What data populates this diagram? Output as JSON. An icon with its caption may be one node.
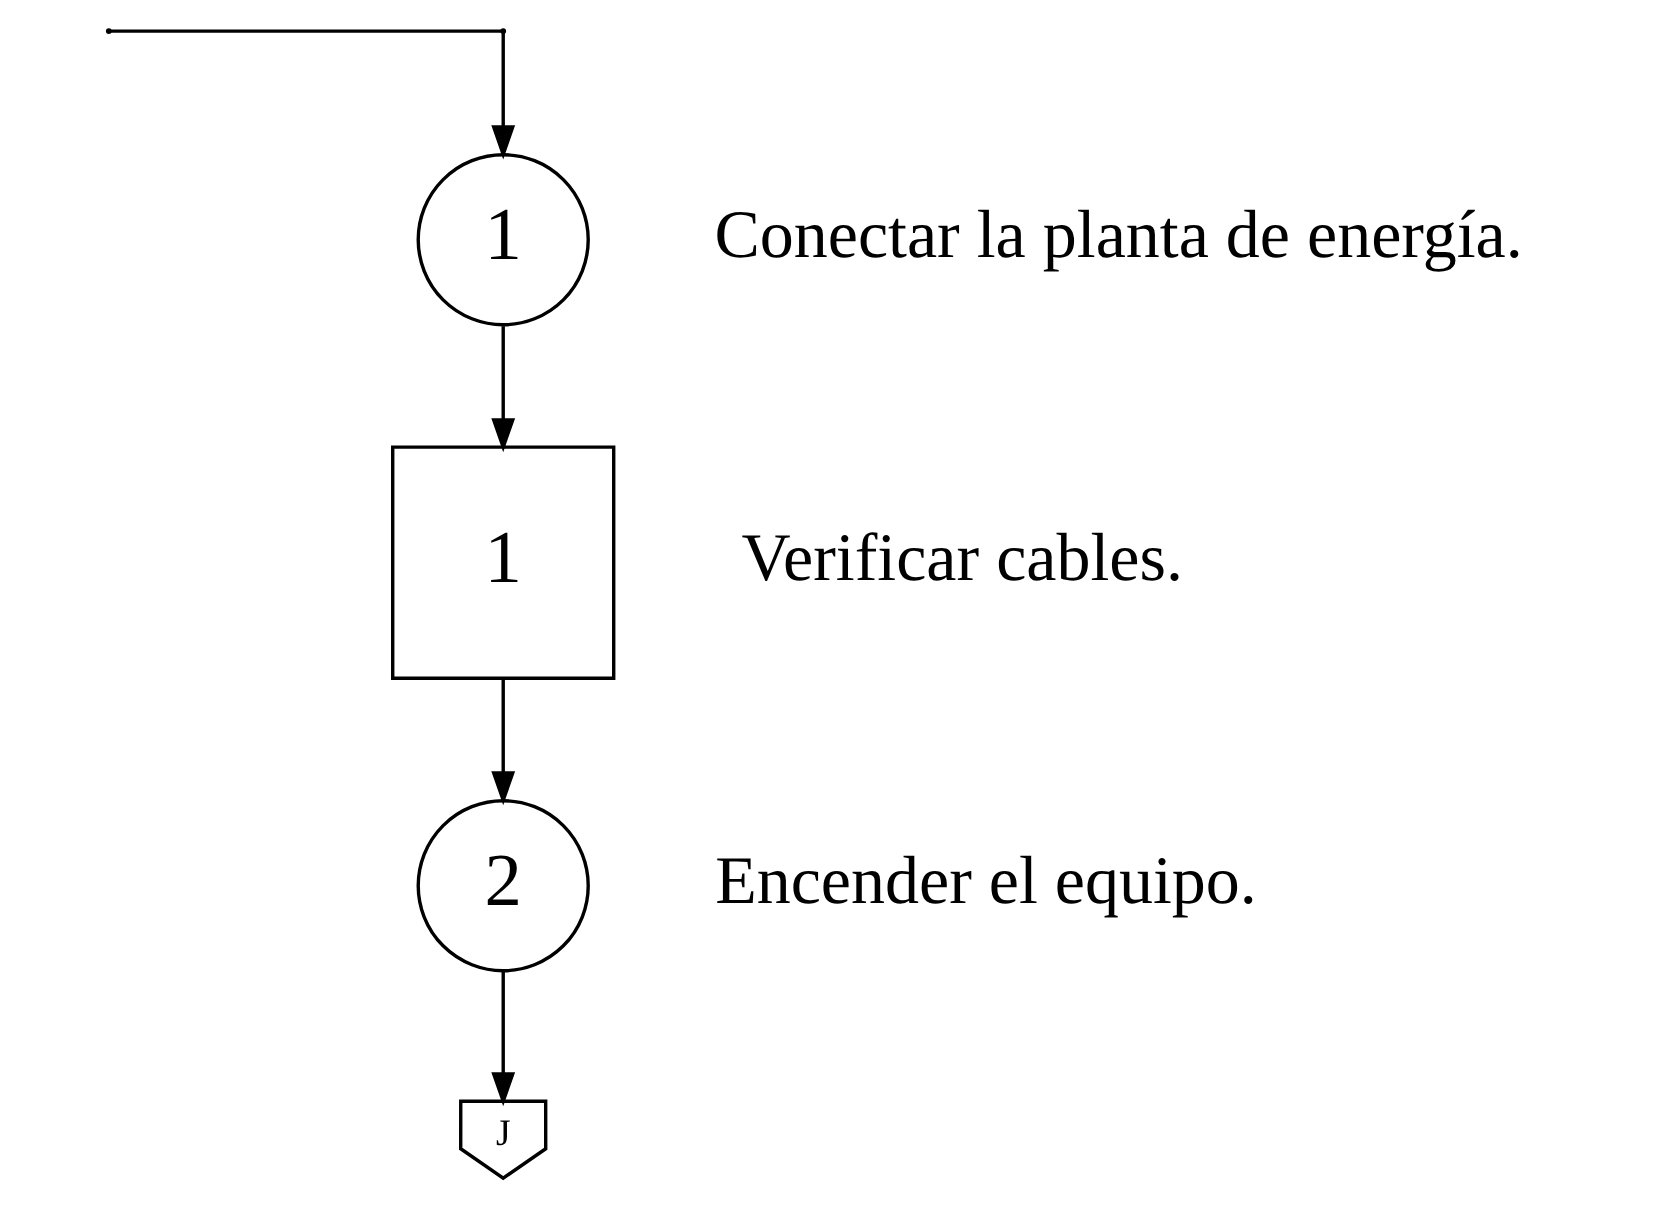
{
  "diagram": {
    "nodes": [
      {
        "text": [
          "1"
        ],
        "beside": [
          "Conectar la planta de energía."
        ]
      },
      {
        "text": [
          "1"
        ],
        "beside": [
          "Verificar cables."
        ]
      },
      {
        "text": [
          "2"
        ],
        "beside": [
          "Encender el equipo."
        ]
      },
      {
        "text": [
          "J"
        ]
      }
    ],
    "edges": [
      {
        "from": null,
        "to": 0,
        "arrow": "to"
      },
      {
        "from": 0,
        "to": 1,
        "arrow": "to"
      },
      {
        "from": 1,
        "to": 2,
        "arrow": "to"
      },
      {
        "from": 2,
        "to": 3,
        "arrow": "to"
      }
    ]
  }
}
